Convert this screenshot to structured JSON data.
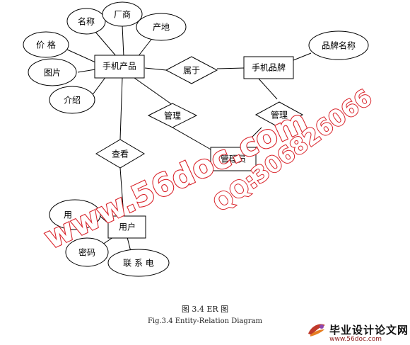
{
  "diagram": {
    "entities": {
      "phone_product": "手机产品",
      "phone_brand": "手机品牌",
      "admin": "管理员",
      "user": "用户"
    },
    "relationships": {
      "belongs_to": "属于",
      "manage_left": "管理",
      "manage_right": "管理",
      "view": "查看"
    },
    "attributes": {
      "name": "名称",
      "manufacturer": "厂商",
      "origin": "产地",
      "price": "价 格",
      "picture": "图片",
      "intro": "介绍",
      "brand_name": "品牌名称",
      "username_partial": "用",
      "password": "密码",
      "phone": "联 系 电"
    }
  },
  "watermark": {
    "left_text": "www.56doc.com",
    "right_text": "QQ:306826066",
    "color": "#d9232a"
  },
  "caption": {
    "cn": "图 3.4 ER 图",
    "en": "Fig.3.4      Entity-Relation Diagram"
  },
  "footer": {
    "brand": "毕业设计论文网",
    "site": "www.56doc.com"
  }
}
